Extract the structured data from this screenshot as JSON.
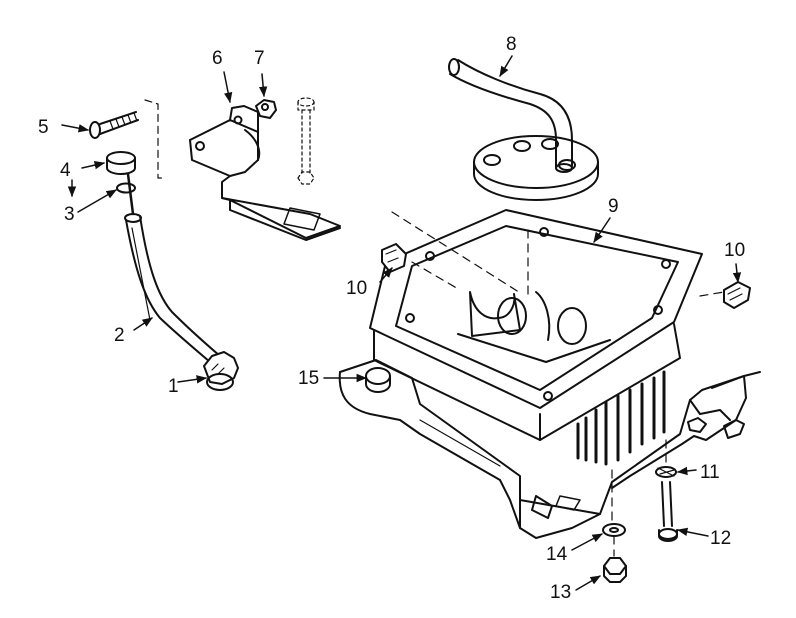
{
  "diagram": {
    "ink_color": "#111111",
    "paper_color": "#ffffff",
    "callouts": {
      "c1": "1",
      "c2": "2",
      "c3": "3",
      "c4": "4",
      "c5": "5",
      "c6": "6",
      "c7": "7",
      "c8": "8",
      "c9": "9",
      "c10a": "10",
      "c10b": "10",
      "c11": "11",
      "c12": "12",
      "c13": "13",
      "c14": "14",
      "c15": "15"
    }
  }
}
